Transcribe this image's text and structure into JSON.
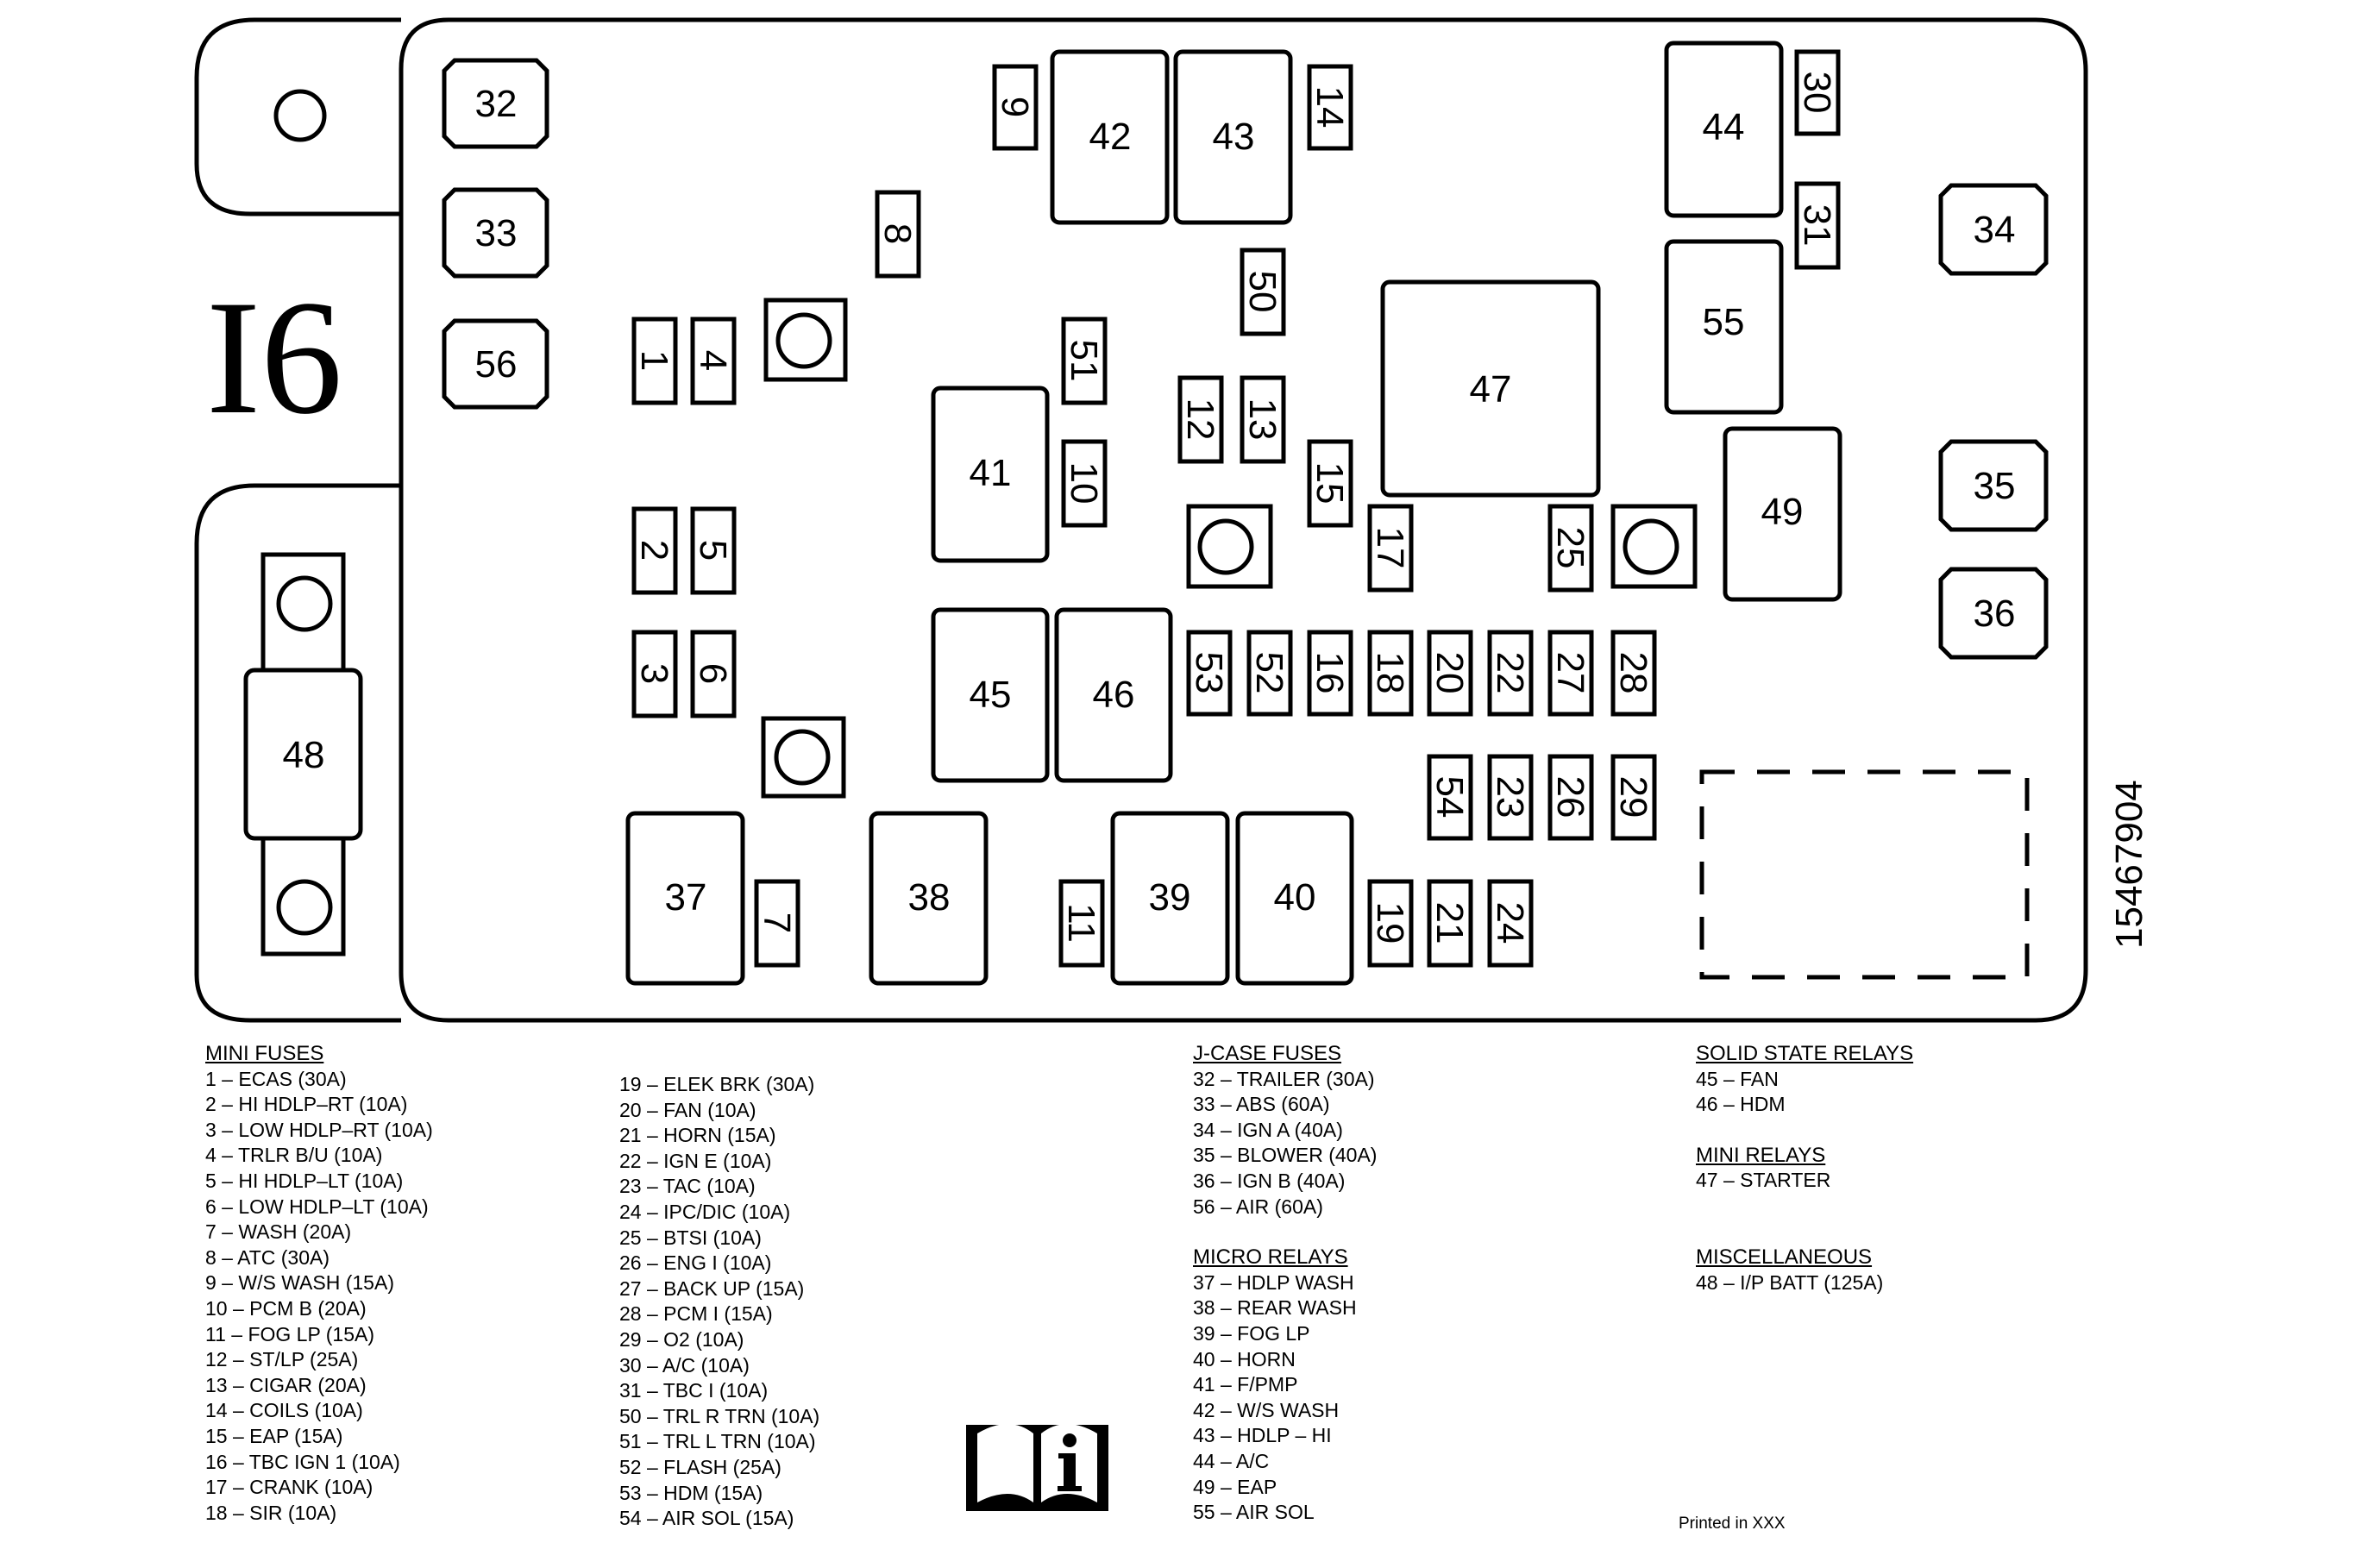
{
  "diagram": {
    "panel_id": "I6",
    "part_number": "15467904",
    "printed_in": "Printed in XXX",
    "info_icon": "book-info-icon"
  },
  "fuses": {
    "f32": "32",
    "f33": "33",
    "f56": "56",
    "f34": "34",
    "f35": "35",
    "f36": "36",
    "f42": "42",
    "f43": "43",
    "f44": "44",
    "f55": "55",
    "f47": "47",
    "f41": "41",
    "f49": "49",
    "f45": "45",
    "f46": "46",
    "f37": "37",
    "f38": "38",
    "f39": "39",
    "f40": "40",
    "f48": "48",
    "v9": "9",
    "v14": "14",
    "v30": "30",
    "v31": "31",
    "v8": "8",
    "v50": "50",
    "v51": "51",
    "v1": "1",
    "v4": "4",
    "v12": "12",
    "v13": "13",
    "v10": "10",
    "v15": "15",
    "v2": "2",
    "v5": "5",
    "v17": "17",
    "v25": "25",
    "v3": "3",
    "v6": "6",
    "v53": "53",
    "v52": "52",
    "v16": "16",
    "v18": "18",
    "v20": "20",
    "v22": "22",
    "v27": "27",
    "v28": "28",
    "v54": "54",
    "v23": "23",
    "v26": "26",
    "v29": "29",
    "v7": "7",
    "v11": "11",
    "v19": "19",
    "v21": "21",
    "v24": "24"
  },
  "legend": {
    "mini_fuses": {
      "title": "MINI FUSES",
      "col1": [
        "1 – ECAS (30A)",
        "2 – HI HDLP–RT (10A)",
        "3 – LOW HDLP–RT (10A)",
        "4 – TRLR B/U (10A)",
        "5 – HI HDLP–LT (10A)",
        "6 – LOW HDLP–LT (10A)",
        "7 – WASH (20A)",
        "8 – ATC (30A)",
        "9 – W/S WASH (15A)",
        "10 – PCM B (20A)",
        "11 – FOG LP (15A)",
        "12 – ST/LP (25A)",
        "13 – CIGAR (20A)",
        "14 – COILS (10A)",
        "15 – EAP (15A)",
        "16 – TBC IGN 1 (10A)",
        "17 – CRANK (10A)",
        "18 – SIR (10A)"
      ],
      "col2": [
        "19 – ELEK BRK (30A)",
        "20 – FAN (10A)",
        "21 – HORN (15A)",
        "22 – IGN E (10A)",
        "23 – TAC (10A)",
        "24 – IPC/DIC (10A)",
        "25 – BTSI (10A)",
        "26 – ENG I (10A)",
        "27 – BACK UP (15A)",
        "28 – PCM I (15A)",
        "29 – O2 (10A)",
        "30 – A/C (10A)",
        "31 – TBC I (10A)",
        "50 – TRL R TRN (10A)",
        "51 – TRL L TRN (10A)",
        "52 – FLASH (25A)",
        "53 – HDM (15A)",
        "54 – AIR SOL (15A)"
      ]
    },
    "jcase_fuses": {
      "title": "J-CASE FUSES",
      "items": [
        "32 – TRAILER (30A)",
        "33 – ABS (60A)",
        "34 – IGN A (40A)",
        "35 – BLOWER (40A)",
        "36 – IGN B (40A)",
        "56 – AIR (60A)"
      ]
    },
    "micro_relays": {
      "title": "MICRO RELAYS",
      "items": [
        "37 – HDLP WASH",
        "38 – REAR WASH",
        "39 – FOG LP",
        "40 – HORN",
        "41 – F/PMP",
        "42 – W/S WASH",
        "43 – HDLP – HI",
        "44 – A/C",
        "49 – EAP",
        "55 – AIR SOL"
      ]
    },
    "solid_state_relays": {
      "title": "SOLID STATE RELAYS",
      "items": [
        "45 – FAN",
        "46 – HDM"
      ]
    },
    "mini_relays": {
      "title": "MINI RELAYS",
      "items": [
        "47 – STARTER"
      ]
    },
    "miscellaneous": {
      "title": "MISCELLANEOUS",
      "items": [
        "48 – I/P BATT (125A)"
      ]
    }
  }
}
